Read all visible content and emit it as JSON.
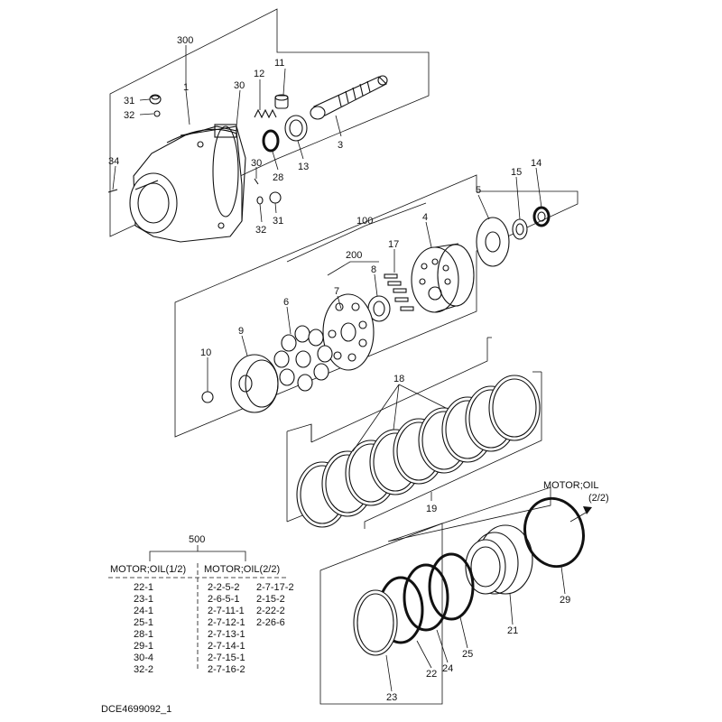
{
  "diagram": {
    "drawing_code": "DCE4699092_1",
    "callouts": [
      {
        "id": "c300",
        "text": "300"
      },
      {
        "id": "c1",
        "text": "1"
      },
      {
        "id": "c11",
        "text": "11"
      },
      {
        "id": "c12",
        "text": "12"
      },
      {
        "id": "c30a",
        "text": "30"
      },
      {
        "id": "c31a",
        "text": "31"
      },
      {
        "id": "c32a",
        "text": "32"
      },
      {
        "id": "c3",
        "text": "3"
      },
      {
        "id": "c13",
        "text": "13"
      },
      {
        "id": "c28",
        "text": "28"
      },
      {
        "id": "c30b",
        "text": "30"
      },
      {
        "id": "c34",
        "text": "34"
      },
      {
        "id": "c31b",
        "text": "31"
      },
      {
        "id": "c32b",
        "text": "32"
      },
      {
        "id": "c14",
        "text": "14"
      },
      {
        "id": "c15",
        "text": "15"
      },
      {
        "id": "c5",
        "text": "5"
      },
      {
        "id": "c100",
        "text": "100"
      },
      {
        "id": "c4",
        "text": "4"
      },
      {
        "id": "c17",
        "text": "17"
      },
      {
        "id": "c200",
        "text": "200"
      },
      {
        "id": "c8",
        "text": "8"
      },
      {
        "id": "c7",
        "text": "7"
      },
      {
        "id": "c6",
        "text": "6"
      },
      {
        "id": "c9",
        "text": "9"
      },
      {
        "id": "c10",
        "text": "10"
      },
      {
        "id": "c18",
        "text": "18"
      },
      {
        "id": "c19",
        "text": "19"
      },
      {
        "id": "c29",
        "text": "29"
      },
      {
        "id": "c21",
        "text": "21"
      },
      {
        "id": "c25",
        "text": "25"
      },
      {
        "id": "c24",
        "text": "24"
      },
      {
        "id": "c22",
        "text": "22"
      },
      {
        "id": "c23",
        "text": "23"
      }
    ],
    "motor_oil_ref": {
      "line1": "MOTOR;OIL",
      "line2": "(2/2)"
    }
  },
  "kit_table": {
    "kit_number": "500",
    "col1_header": "MOTOR;OIL(1/2)",
    "col2_header": "MOTOR;OIL(2/2)",
    "col1_items": [
      "22-1",
      "23-1",
      "24-1",
      "25-1",
      "28-1",
      "29-1",
      "30-4",
      "32-2"
    ],
    "col2_items": [
      "2-2-5-2",
      "2-6-5-1",
      "2-7-11-1",
      "2-7-12-1",
      "2-7-13-1",
      "2-7-14-1",
      "2-7-15-1",
      "2-7-16-2"
    ],
    "col3_items": [
      "2-7-17-2",
      "2-15-2",
      "2-22-2",
      "2-26-6"
    ]
  }
}
